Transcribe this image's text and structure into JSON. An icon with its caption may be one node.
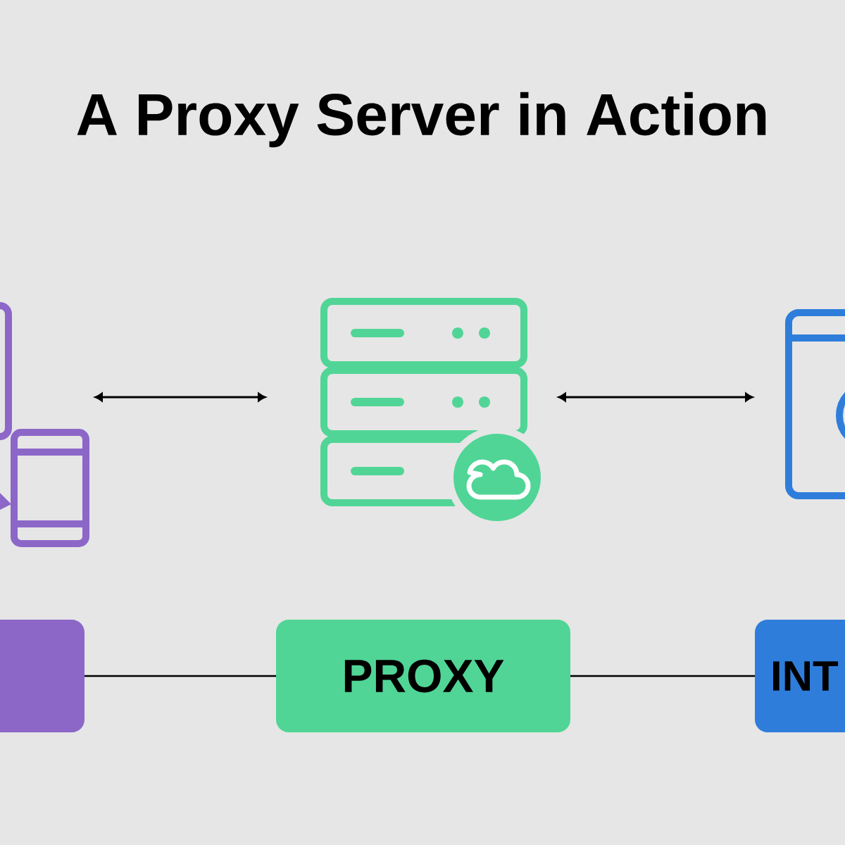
{
  "diagram": {
    "title": "A Proxy Server in Action",
    "nodes": [
      {
        "text": [],
        "shape": "picture"
      },
      {
        "text": [],
        "shape": "picture"
      },
      {
        "text": [],
        "shape": "picture"
      },
      {
        "text": [],
        "shape": "box"
      },
      {
        "text": [
          "PROXY"
        ]
      },
      {
        "text": [
          "INT"
        ]
      }
    ],
    "edges": [
      {
        "from": 0,
        "to": 1,
        "arrow": "both"
      },
      {
        "from": 1,
        "to": 2,
        "arrow": "both"
      },
      {
        "from": 3,
        "to": 4,
        "arrow": "none"
      },
      {
        "from": 4,
        "to": 5,
        "arrow": "none"
      }
    ]
  }
}
